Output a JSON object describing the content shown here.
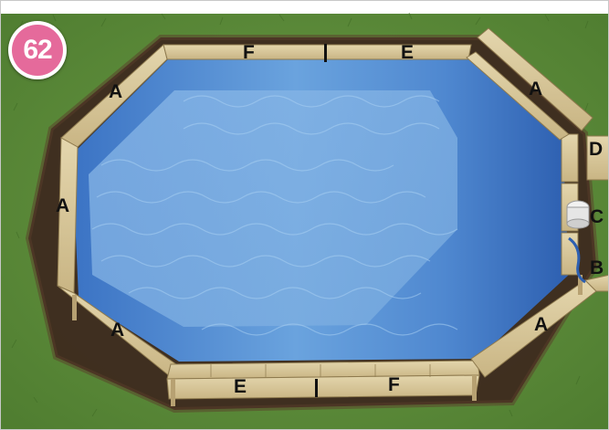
{
  "step_number": "62",
  "colors": {
    "grass": "#5b8a3a",
    "soil": "#3e2a1f",
    "water_light": "#6fa8e0",
    "water_dark": "#2d5fb0",
    "timber": "#d8c79a",
    "badge": "#e56a9b"
  },
  "labels": {
    "top_left_f": "F",
    "top_right_e": "E",
    "upper_left_a": "A",
    "left_a": "A",
    "lower_left_a": "A",
    "bottom_left_e": "E",
    "bottom_right_f": "F",
    "upper_right_a": "A",
    "lower_right_a": "A",
    "d": "D",
    "c": "C",
    "b": "B"
  },
  "icons": {
    "skimmer": "skimmer-box-icon",
    "hose": "hose-icon"
  }
}
